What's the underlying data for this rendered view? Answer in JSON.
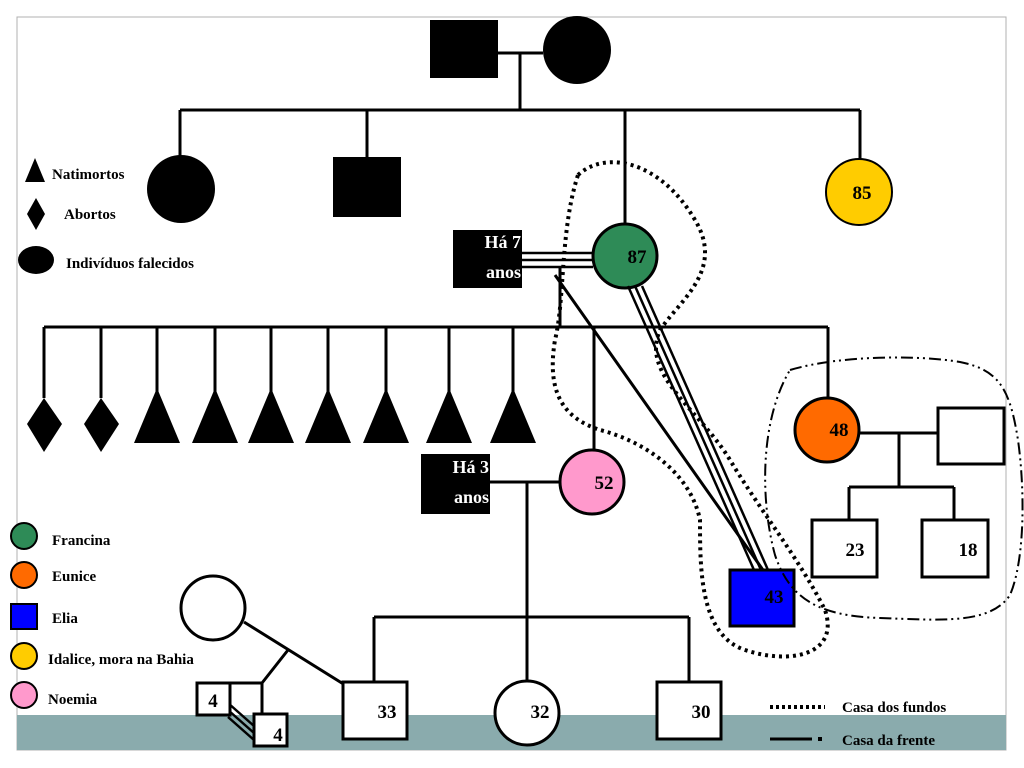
{
  "colors": {
    "francina": "#2e8b57",
    "eunice": "#ff6a00",
    "elia": "#0000ff",
    "idalice": "#ffcc00",
    "noemia": "#ff99cc",
    "floor": "#8aabad",
    "deceased": "#000000"
  },
  "legend_symbols": {
    "stillbirth": "Natimortos",
    "miscarriage": "Abortos",
    "deceased": "Indivíduos falecidos"
  },
  "legend_people": {
    "francina": "Francina",
    "eunice": "Eunice",
    "elia": "Elia",
    "idalice": "Idalice, mora na Bahia",
    "noemia": "Noemia"
  },
  "legend_houses": {
    "back_house": "Casa dos fundos",
    "front_house": "Casa da frente"
  },
  "separations": {
    "first_line1": "Há 7",
    "first_line2": "anos",
    "second_line1": "Há 3",
    "second_line2": "anos"
  },
  "ages": {
    "idalice": "85",
    "francina": "87",
    "noemia": "52",
    "eunice": "48",
    "elia": "43",
    "eunice_son1": "23",
    "eunice_son2": "18",
    "son33": "33",
    "daughter32": "32",
    "son30": "30",
    "twin_a": "4",
    "twin_b": "4"
  }
}
